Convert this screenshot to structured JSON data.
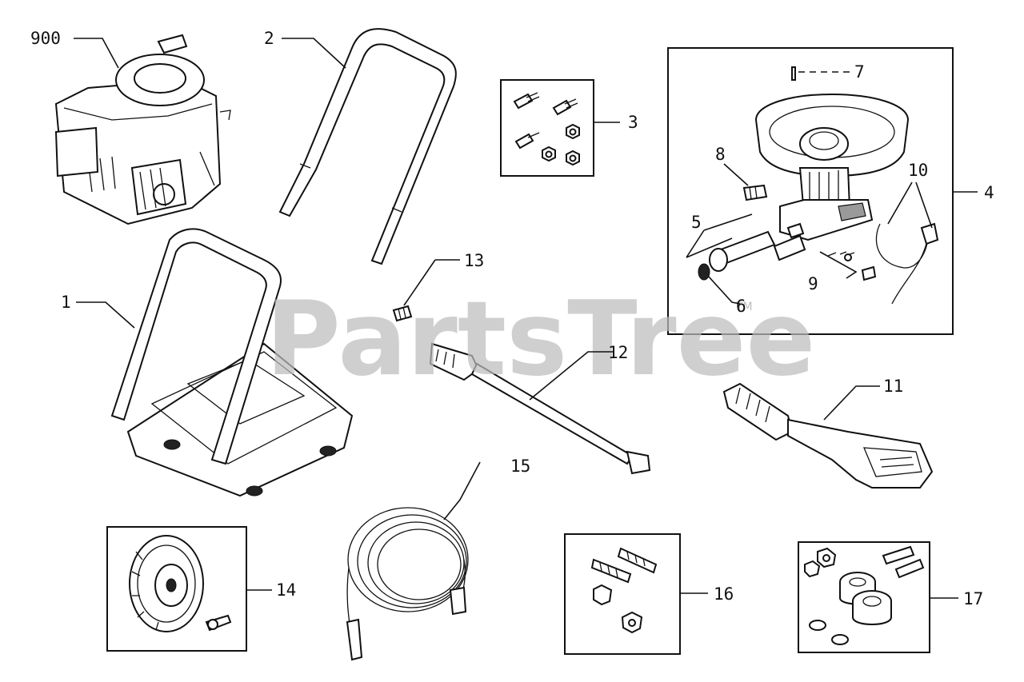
{
  "watermark": {
    "text": "PartsTree",
    "mark": "TM"
  },
  "callouts": {
    "engine": "900",
    "handle": "2",
    "hardware_kit": "3",
    "pump_assembly": "4",
    "pump_pin": "7",
    "pump_fitting": "8",
    "pump_injector": "5",
    "pump_seal": "6",
    "pump_valve_kit": "9",
    "pump_hose": "10",
    "spray_gun": "11",
    "frame": "1",
    "nozzle": "13",
    "wand": "12",
    "high_pressure_hose": "15",
    "wheel_kit": "14",
    "bolt_kit": "16",
    "wheel_hardware_kit": "17"
  }
}
